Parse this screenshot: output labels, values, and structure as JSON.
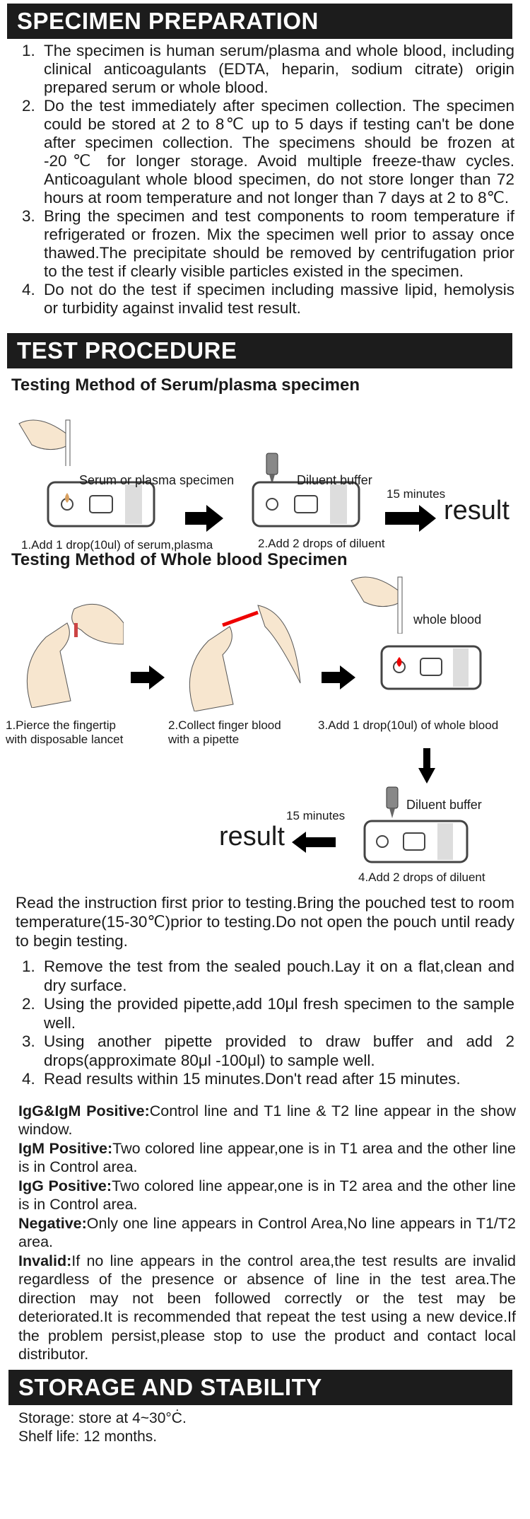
{
  "specimen": {
    "title": "SPECIMEN PREPARATION",
    "items": [
      "The specimen is human serum/plasma and whole blood, including clinical anticoagulants (EDTA, heparin, sodium citrate) origin prepared serum or whole blood.",
      "Do the test immediately after specimen collection. The specimen could be stored at 2 to 8℃ up to 5 days if testing can't be done after specimen collection. The specimens should be frozen at -20℃ for longer storage. Avoid multiple freeze-thaw cycles. Anticoagulant whole blood specimen, do not store longer than 72 hours at room temperature and not longer than 7 days at 2 to 8℃.",
      "Bring the specimen and test components to room temperature if refrigerated or frozen. Mix the specimen well prior to assay once thawed.The precipitate should be removed by centrifugation prior to the test if clearly visible particles existed in the specimen.",
      "Do not do the test if specimen including massive lipid, hemolysis or turbidity against invalid test result."
    ]
  },
  "procedure": {
    "title": "TEST PROCEDURE",
    "serum": {
      "heading": "Testing Method of Serum/plasma specimen",
      "label1": "Serum or plasma specimen",
      "label2": "Diluent buffer",
      "minutes": "15 minutes",
      "result": "result",
      "step1": "1.Add 1 drop(10ul) of serum,plasma",
      "step2": "2.Add 2 drops of diluent"
    },
    "whole": {
      "heading": "Testing Method of Whole blood Specimen",
      "label_blood": "whole blood",
      "label_buffer": "Diluent buffer",
      "minutes": "15 minutes",
      "result": "result",
      "step1a": "1.Pierce the fingertip",
      "step1b": "with disposable lancet",
      "step2a": "2.Collect finger blood",
      "step2b": "with a pipette",
      "step3": "3.Add 1 drop(10ul) of whole blood",
      "step4": "4.Add 2 drops of diluent"
    },
    "intro": "Read the instruction first prior to testing.Bring the pouched test to room temperature(15-30℃)prior to testing.Do not open the pouch until ready to begin testing.",
    "steps": [
      "Remove the test from the sealed pouch.Lay it on a flat,clean and dry surface.",
      "Using the provided pipette,add 10μl fresh specimen to the sample well.",
      "Using another pipette provided to draw buffer and add 2 drops(approximate 80μl -100μl) to sample well.",
      "Read results within 15 minutes.Don't read after 15 minutes."
    ],
    "results": [
      {
        "term": "IgG&IgM Positive:",
        "text": "Control line and T1 line & T2 line appear in the show window."
      },
      {
        "term": "IgM Positive:",
        "text": "Two colored line appear,one is in T1 area and the other line is in Control area."
      },
      {
        "term": "IgG Positive:",
        "text": "Two colored line appear,one is in T2 area and the other line is in Control area."
      },
      {
        "term": "Negative:",
        "text": "Only one line appears in Control Area,No line appears in T1/T2 area."
      },
      {
        "term": "Invalid:",
        "text": "If no line appears in the control area,the test results are invalid regardless of the presence or absence of line in the test area.The direction may not been followed correctly or the test may be deteriorated.It is recommended that repeat the test using a new device.If the problem persist,please stop to use the product and contact local distributor."
      }
    ]
  },
  "storage": {
    "title": "STORAGE AND STABILITY",
    "line1": "Storage: store at 4~30°Ċ.",
    "line2": "Shelf life: 12 months."
  }
}
